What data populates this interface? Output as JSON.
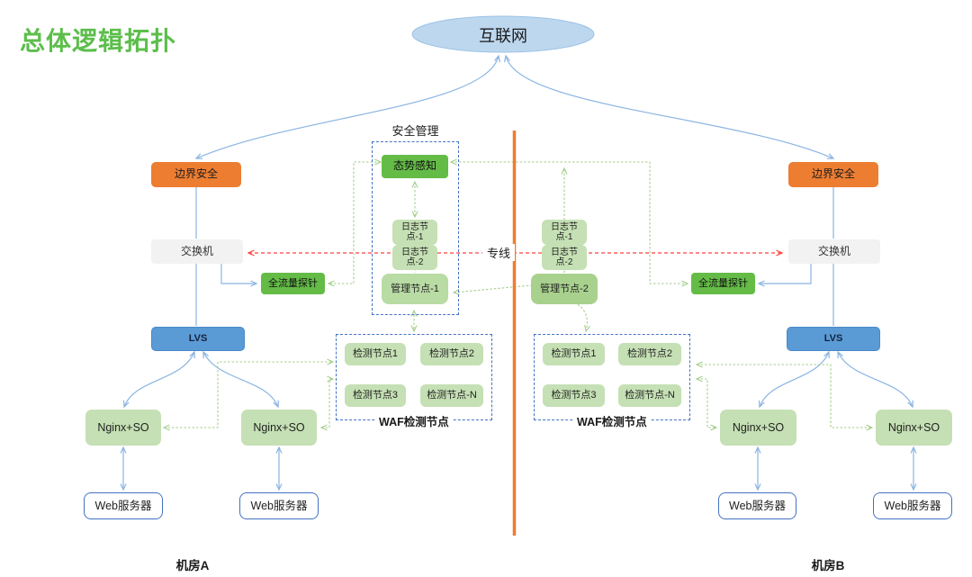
{
  "page": {
    "title": "总体逻辑拓扑"
  },
  "internet": {
    "label": "互联网"
  },
  "dedicated_line": {
    "label": "专线"
  },
  "security_mgmt": {
    "title": "安全管理",
    "situational_awareness": "态势感知",
    "log_node_1": [
      "日志节",
      "点-1"
    ],
    "log_node_2": [
      "日志节",
      "点-2"
    ],
    "mgmt_node_1": "管理节点-1",
    "mgmt_node_2": "管理节点-2"
  },
  "waf": {
    "label": "WAF检测节点",
    "nodes": [
      "检测节点1",
      "检测节点2",
      "检测节点3",
      "检测节点-N"
    ]
  },
  "shared_nodes": {
    "border_security": "边界安全",
    "switch": "交换机",
    "traffic_probe": "全流量探针",
    "lvs": "LVS",
    "nginx": "Nginx+SO",
    "web_server": "Web服务器"
  },
  "zones": {
    "a": "机房A",
    "b": "机房B"
  },
  "colors": {
    "title_green": "#5CBE4B",
    "node_orange": "#ED7D31",
    "node_blue": "#5B9BD5",
    "node_green_dark": "#64BC47",
    "node_green_light": "#C5E0B4",
    "node_green_mid": "#A9D18E",
    "node_gray": "#F2F2F2",
    "internet_ellipse": "#BDD7EE",
    "connector_blue": "#8AB4E2",
    "connector_green": "#A5CE8D",
    "connector_red": "#FF4040",
    "divider_orange": "#ED7D31",
    "dashed_border": "#4472C4"
  }
}
